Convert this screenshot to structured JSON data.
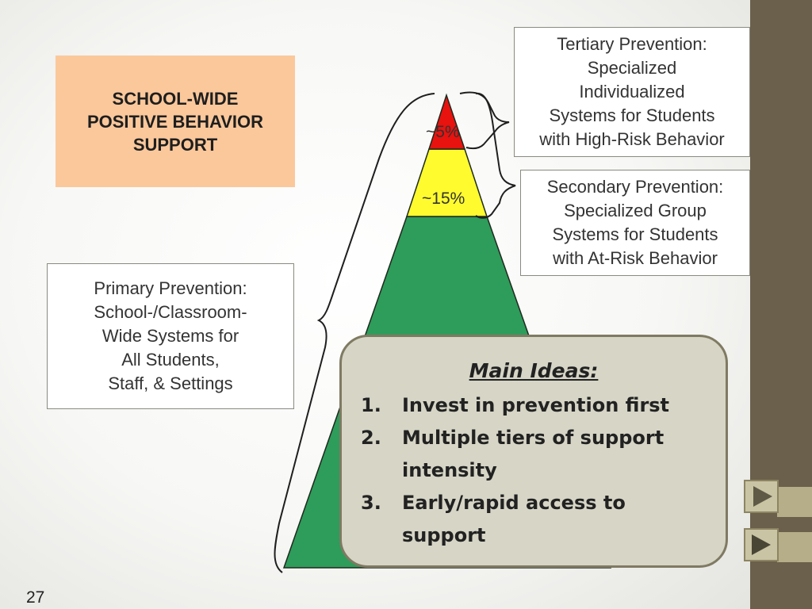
{
  "title": "SCHOOL-WIDE\nPOSITIVE BEHAVIOR\nSUPPORT",
  "tiers": {
    "tertiary": {
      "label": "Tertiary Prevention:\nSpecialized\nIndividualized\nSystems for Students\nwith High-Risk Behavior",
      "percent": "~5%",
      "color": "#e8120f"
    },
    "secondary": {
      "label": "Secondary Prevention:\nSpecialized Group\nSystems for Students\nwith At-Risk Behavior",
      "percent": "~15%",
      "color": "#fffb2e"
    },
    "primary": {
      "label": "Primary Prevention:\nSchool-/Classroom-\nWide Systems for\nAll Students,\nStaff, & Settings",
      "color": "#2e9c5a"
    }
  },
  "main_ideas": {
    "heading": "Main Ideas:",
    "items": [
      {
        "num": "1.",
        "text": "Invest in prevention first"
      },
      {
        "num": "2.",
        "text": "Multiple tiers of support intensity"
      },
      {
        "num": "3.",
        "text": "Early/rapid access to support"
      }
    ]
  },
  "nav": {
    "forward_icon": "play-forward-icon",
    "end_icon": "play-end-icon"
  },
  "page_number": "27",
  "colors": {
    "sidebar": "#6a604b",
    "title_box": "#fbc89b",
    "ideas_box": "#d6d5c6"
  }
}
